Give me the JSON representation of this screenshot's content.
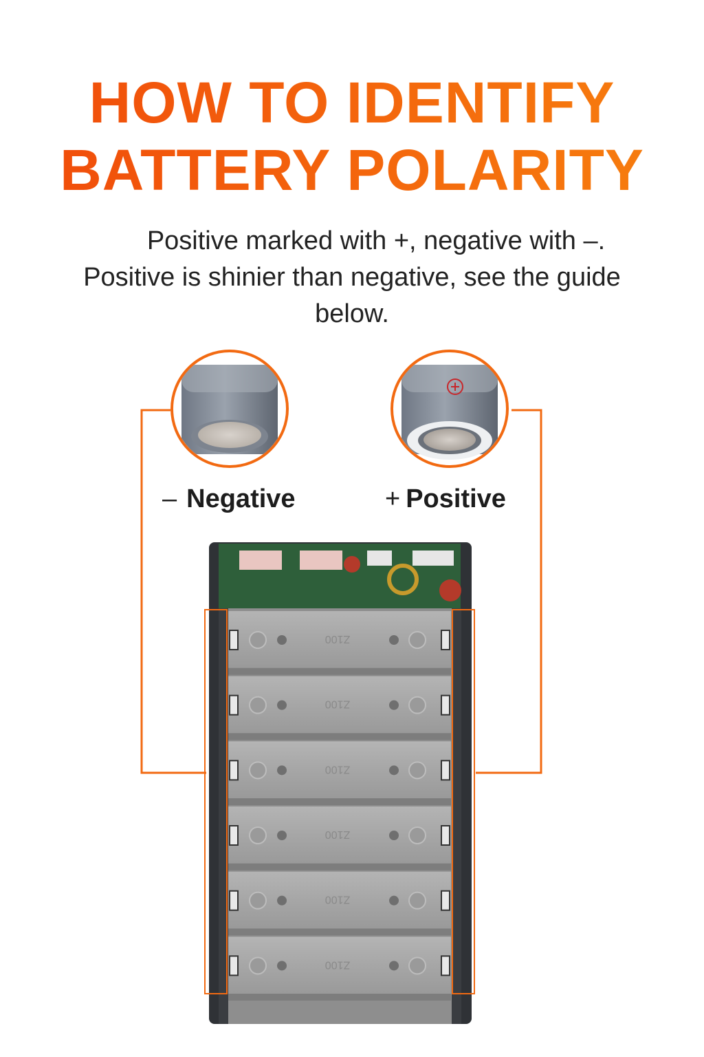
{
  "heading": {
    "line1": "HOW TO IDENTIFY",
    "line2": "BATTERY POLARITY"
  },
  "description": {
    "line1": "Positive marked with +, negative with –.",
    "line2": "Positive is shinier than negative, see the guide",
    "line3": "below."
  },
  "terminals": {
    "negative": {
      "symbol": "–",
      "label": "Negative",
      "icon": "negative-terminal-icon"
    },
    "positive": {
      "symbol": "+",
      "label": "Positive",
      "icon": "positive-terminal-icon"
    }
  },
  "battery_case": {
    "slot_count": 6,
    "slot_marking": "Z100"
  },
  "colors": {
    "accent": "#f26a12",
    "heading_start": "#f04a0a",
    "heading_end": "#f7800f",
    "text": "#222222"
  }
}
